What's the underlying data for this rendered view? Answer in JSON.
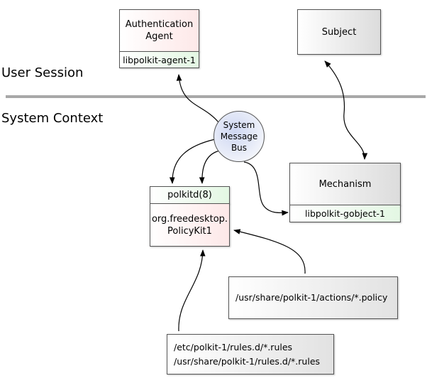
{
  "zones": {
    "user_session": "User Session",
    "system_context": "System Context"
  },
  "auth_agent": {
    "title": "Authentication\nAgent",
    "library": "libpolkit-agent-1"
  },
  "subject": {
    "title": "Subject"
  },
  "bus": {
    "label": "System\nMessage\nBus"
  },
  "mechanism": {
    "title": "Mechanism",
    "library": "libpolkit-gobject-1"
  },
  "polkitd": {
    "header": "polkitd(8)",
    "body": "org.freedesktop.\nPolicyKit1"
  },
  "actions": {
    "path": "/usr/share/polkit-1/actions/*.policy"
  },
  "rules": {
    "paths": [
      "/etc/polkit-1/rules.d/*.rules",
      "/usr/share/polkit-1/rules.d/*.rules"
    ]
  }
}
